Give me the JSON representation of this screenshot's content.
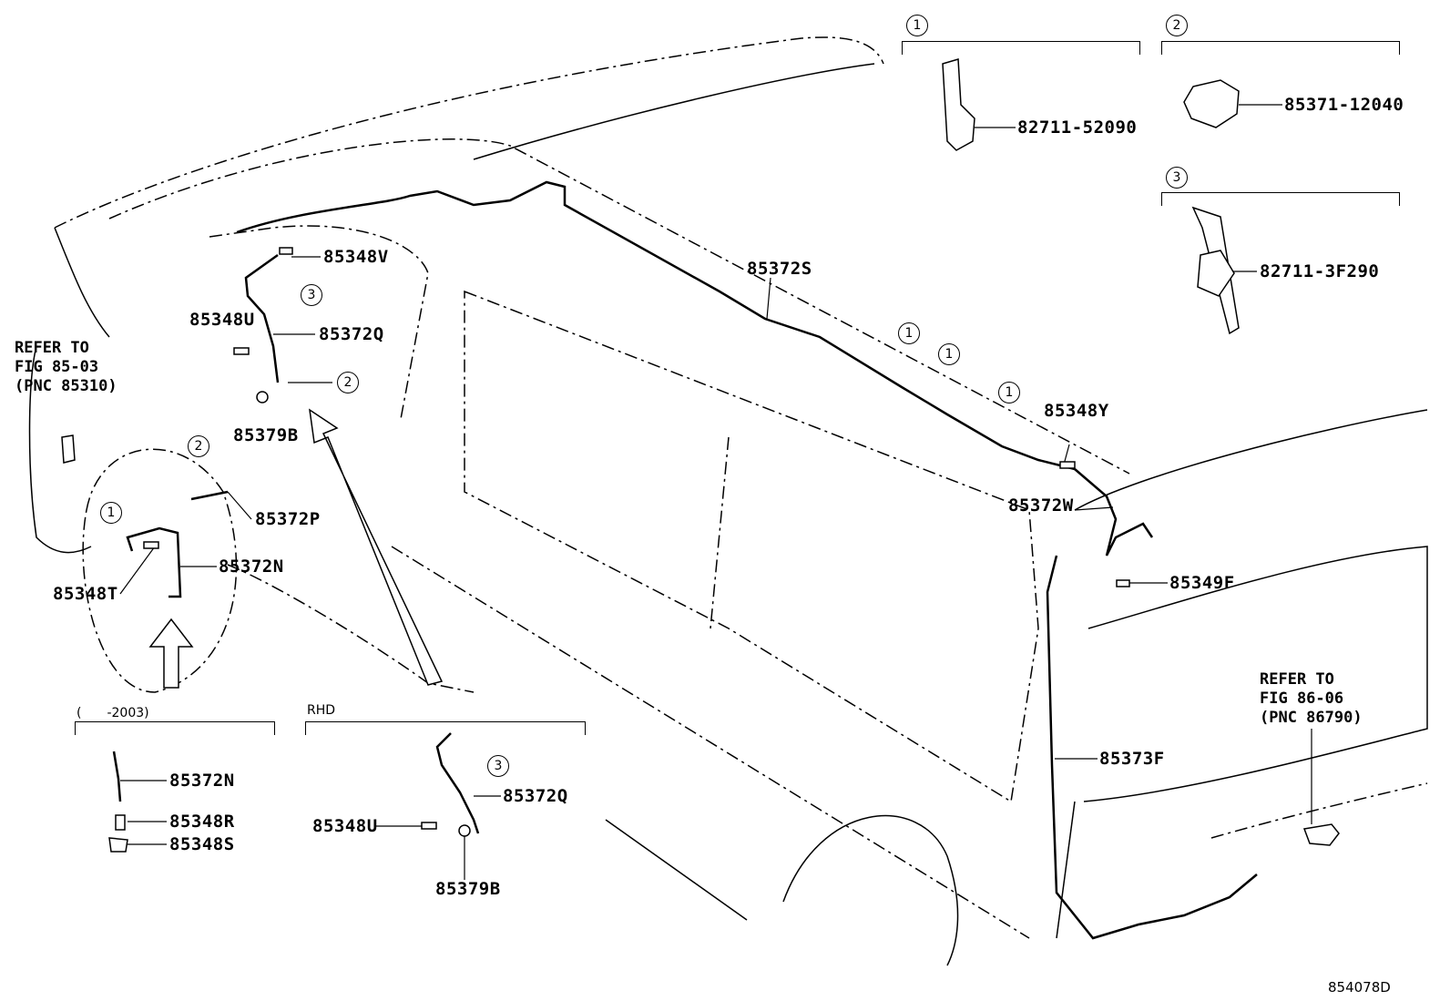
{
  "diagram_id": "854078D",
  "refer_front": {
    "l1": "REFER TO",
    "l2": "FIG 85-03",
    "l3": "(PNC 85310)"
  },
  "refer_rear": {
    "l1": "REFER TO",
    "l2": "FIG 86-06",
    "l3": "(PNC 86790)"
  },
  "insets": {
    "inset1": {
      "index": "1",
      "part": "82711-52090"
    },
    "inset2": {
      "index": "2",
      "part": "85371-12040"
    },
    "inset3": {
      "index": "3",
      "part": "82711-3F290"
    }
  },
  "main_labels": {
    "p85348V": "85348V",
    "p85372S": "85372S",
    "p85348U": "85348U",
    "p85372Q": "85372Q",
    "p85379B": "85379B",
    "p85372P": "85372P",
    "p85372N": "85372N",
    "p85348T": "85348T",
    "p85348Y": "85348Y",
    "p85372W": "85372W",
    "p85349F": "85349F",
    "p85373F": "85373F"
  },
  "callouts": [
    "1",
    "2",
    "3"
  ],
  "sub_2003": {
    "title": "(　　-2003)",
    "parts": [
      "85372N",
      "85348R",
      "85348S"
    ]
  },
  "sub_rhd": {
    "title": "RHD",
    "parts": {
      "q": "85372Q",
      "u": "85348U",
      "b": "85379B"
    }
  }
}
